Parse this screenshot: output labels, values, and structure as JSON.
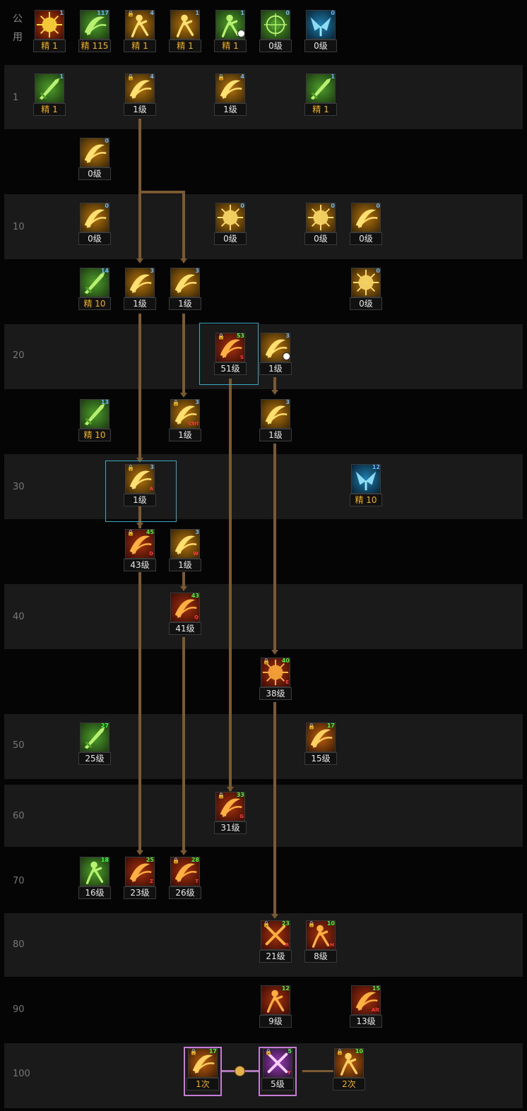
{
  "rows": {
    "public": "公用",
    "levels": [
      "1",
      "10",
      "20",
      "30",
      "40",
      "50",
      "60",
      "70",
      "80",
      "90",
      "100"
    ]
  },
  "colors": {
    "gold_text": "#f2b21a",
    "white_text": "#e8e8e8",
    "blue_badge": "#6ab8ff",
    "green_badge": "#3cff3c",
    "hotkey_red": "#ff3b3b",
    "line_brown": "#7a5a33",
    "select_cyan": "#3aa8c0",
    "awaken_purple": "#c77ad8"
  },
  "skills": [
    {
      "id": "p1",
      "icon": "fire-burst-icon",
      "badge": "1",
      "label": "精 1",
      "gold": true
    },
    {
      "id": "p2",
      "icon": "green-dash-icon",
      "badge": "117",
      "label": "精 115",
      "gold": true
    },
    {
      "id": "p3",
      "icon": "crouch-figure-icon",
      "badge": "4",
      "label": "精 1",
      "gold": true,
      "lock": true
    },
    {
      "id": "p4",
      "icon": "sit-figure-icon",
      "badge": "1",
      "label": "精 1",
      "gold": true
    },
    {
      "id": "p5",
      "icon": "green-runner-icon",
      "badge": "1",
      "label": "精 1",
      "gold": true,
      "clock": true
    },
    {
      "id": "p6",
      "icon": "crosshair-icon",
      "badge": "0",
      "label": "0级"
    },
    {
      "id": "p7",
      "icon": "blue-wings-icon",
      "badge": "0",
      "label": "0级"
    },
    {
      "id": "a1",
      "icon": "green-gauntlet-icon",
      "badge": "1",
      "label": "精 1",
      "gold": true
    },
    {
      "id": "a2",
      "icon": "gold-slash-icon",
      "badge": "4",
      "label": "1级",
      "lock": true
    },
    {
      "id": "a3",
      "icon": "gold-arc-icon",
      "badge": "4",
      "label": "1级",
      "lock": true
    },
    {
      "id": "a4",
      "icon": "green-cannon-icon",
      "badge": "1",
      "label": "精 1",
      "gold": true
    },
    {
      "id": "b1",
      "icon": "gold-wave-icon",
      "badge": "0",
      "label": "0级"
    },
    {
      "id": "c1",
      "icon": "gold-crescent-icon",
      "badge": "0",
      "label": "0级"
    },
    {
      "id": "c2",
      "icon": "gold-spark-icon",
      "badge": "0",
      "label": "0级"
    },
    {
      "id": "c3",
      "icon": "gold-star-icon",
      "badge": "0",
      "label": "0级"
    },
    {
      "id": "c4",
      "icon": "gold-swirl-icon",
      "badge": "0",
      "label": "0级"
    },
    {
      "id": "d1",
      "icon": "green-blade-icon",
      "badge": "14",
      "label": "精 10",
      "gold": true
    },
    {
      "id": "d2",
      "icon": "gold-leap-icon",
      "badge": "3",
      "label": "1级"
    },
    {
      "id": "d3",
      "icon": "gold-zigzag-icon",
      "badge": "3",
      "label": "1级"
    },
    {
      "id": "d4",
      "icon": "gold-burst-icon",
      "badge": "0",
      "label": "0级"
    },
    {
      "id": "e1",
      "icon": "red-swing-icon",
      "badge": "53",
      "label": "51级",
      "lock": true,
      "hot": "S",
      "green": true
    },
    {
      "id": "e2",
      "icon": "gold-dash-icon",
      "badge": "3",
      "label": "1级",
      "clock": true
    },
    {
      "id": "f1",
      "icon": "green-sword-icon",
      "badge": "13",
      "label": "精 10",
      "gold": true
    },
    {
      "id": "f2",
      "icon": "gold-ctrl-icon",
      "badge": "3",
      "label": "1级",
      "lock": true,
      "hot": "Ctrl"
    },
    {
      "id": "f3",
      "icon": "gold-hook-icon",
      "badge": "3",
      "label": "1级"
    },
    {
      "id": "g1",
      "icon": "gold-flame-icon",
      "badge": "3",
      "label": "1级",
      "lock": true,
      "hot": "A"
    },
    {
      "id": "g2",
      "icon": "blue-crown-icon",
      "badge": "12",
      "label": "精 10",
      "gold": true
    },
    {
      "id": "h1",
      "icon": "red-spin-icon",
      "badge": "45",
      "label": "43级",
      "lock": true,
      "hot": "D",
      "green": true
    },
    {
      "id": "h2",
      "icon": "gold-roll-icon",
      "badge": "3",
      "label": "1级",
      "hot": "W"
    },
    {
      "id": "i1",
      "icon": "red-dash-icon",
      "badge": "43",
      "label": "41级",
      "hot": "Q",
      "green": true
    },
    {
      "id": "j1",
      "icon": "red-orb-icon",
      "badge": "40",
      "label": "38级",
      "lock": true,
      "hot": "E",
      "green": true
    },
    {
      "id": "k1",
      "icon": "green-lance-icon",
      "badge": "27",
      "label": "25级",
      "green": true
    },
    {
      "id": "k2",
      "icon": "orange-field-icon",
      "badge": "17",
      "label": "15级",
      "lock": true,
      "green": true
    },
    {
      "id": "l1",
      "icon": "red-charge-icon",
      "badge": "33",
      "label": "31级",
      "lock": true,
      "hot": "G",
      "green": true
    },
    {
      "id": "m1",
      "icon": "green-archer-icon",
      "badge": "18",
      "label": "16级",
      "green": true
    },
    {
      "id": "m2",
      "icon": "red-z-slash-icon",
      "badge": "25",
      "label": "23级",
      "hot": "Z",
      "green": true
    },
    {
      "id": "m3",
      "icon": "red-t-strike-icon",
      "badge": "28",
      "label": "26级",
      "lock": true,
      "hot": "T",
      "green": true
    },
    {
      "id": "n1",
      "icon": "red-cross-slash-icon",
      "badge": "23",
      "label": "21级",
      "lock": true,
      "hot": "R",
      "green": true
    },
    {
      "id": "n2",
      "icon": "red-figure-icon",
      "badge": "10",
      "label": "8级",
      "lock": true,
      "hot": "H",
      "green": true
    },
    {
      "id": "o1",
      "icon": "red-gunner-icon",
      "badge": "12",
      "label": "9级",
      "green": true
    },
    {
      "id": "o2",
      "icon": "red-alt-strike-icon",
      "badge": "15",
      "label": "13级",
      "hot": "Alt",
      "green": true
    },
    {
      "id": "q1",
      "icon": "awaken-fire-icon",
      "badge": "17",
      "label": "1次",
      "lock": true,
      "gold": true,
      "green": true
    },
    {
      "id": "q2",
      "icon": "awaken-x-icon",
      "badge": "5",
      "label": "5级",
      "lock": true,
      "hot": "Y",
      "green": true
    },
    {
      "id": "q3",
      "icon": "awaken-figure-icon",
      "badge": "10",
      "label": "2次",
      "lock": true,
      "gold": true,
      "green": true
    }
  ]
}
